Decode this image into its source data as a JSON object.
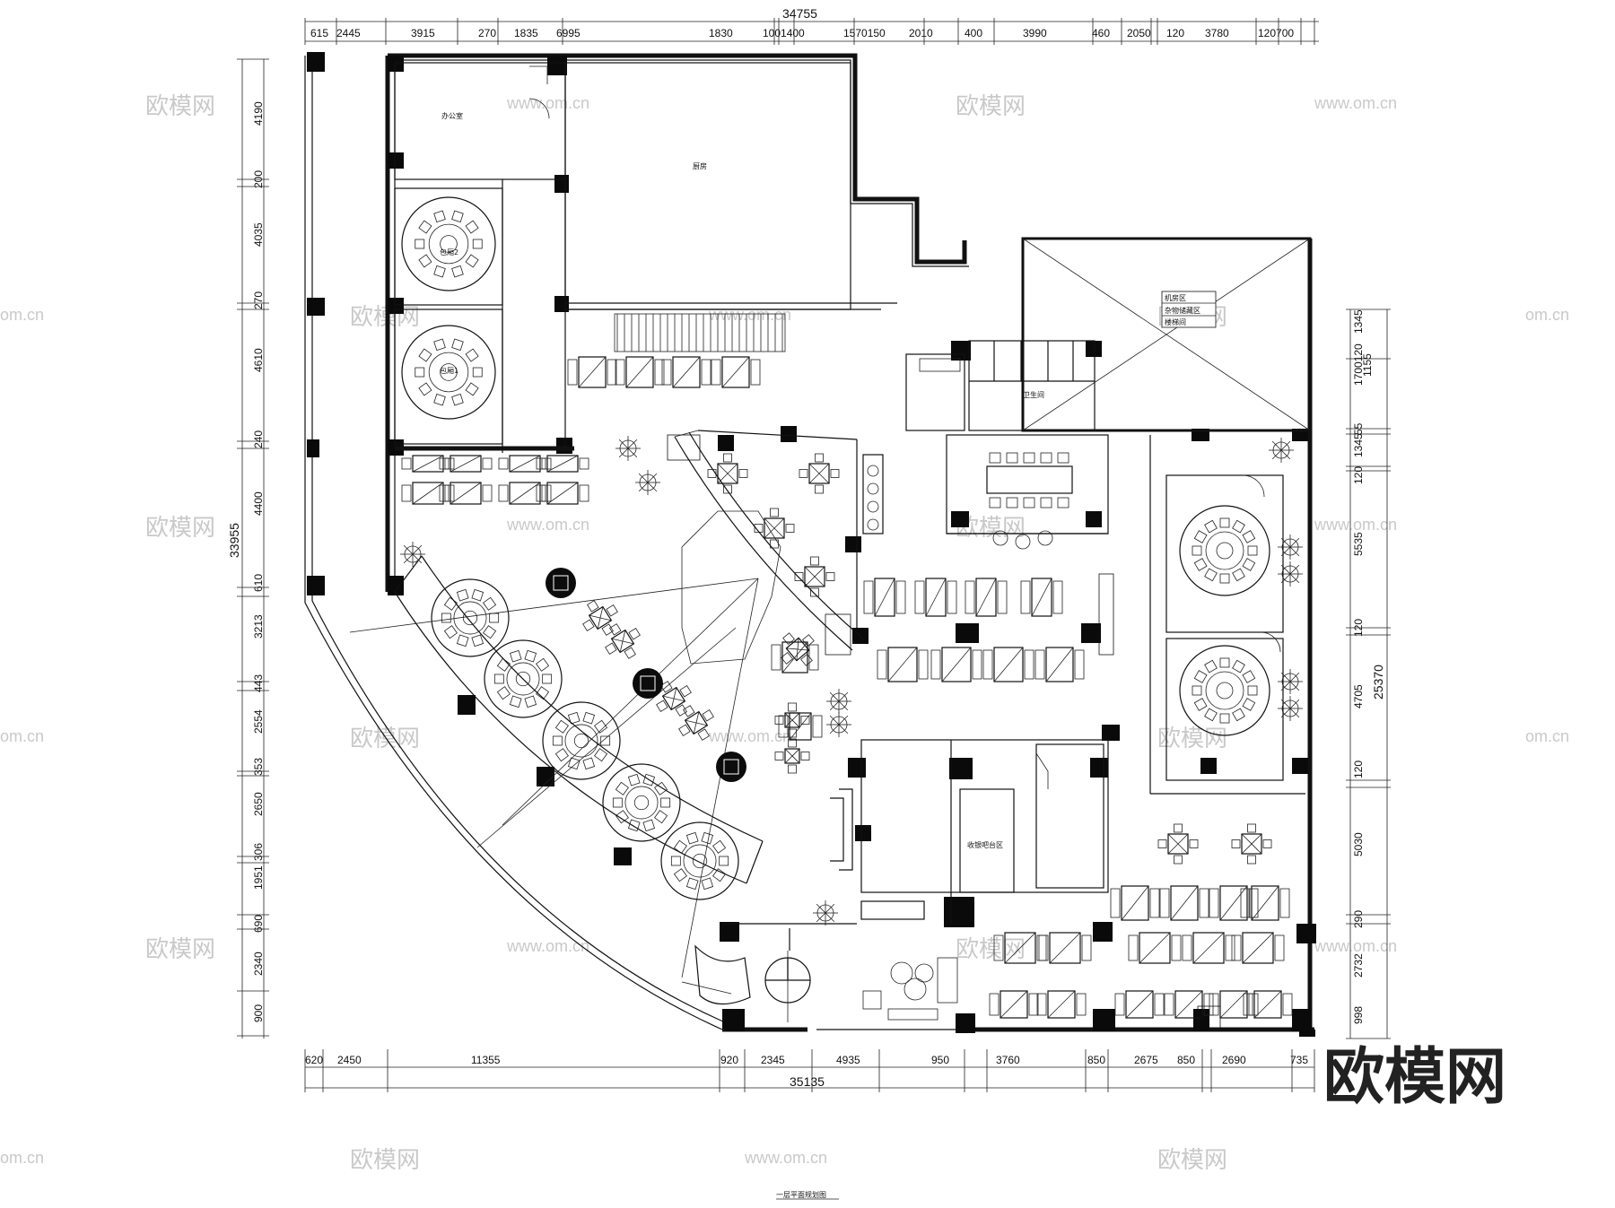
{
  "drawing": {
    "caption": "一层平面规划图",
    "brand": "欧模网"
  },
  "watermarks": {
    "logo": "欧模网",
    "url": "www.om.cn",
    "url_cut": "om.cn"
  },
  "dimensions": {
    "top_total": "34755",
    "top": [
      "615",
      "2445",
      "3915",
      "270",
      "1835",
      "6995",
      "1830",
      "1001400",
      "1570150",
      "2010",
      "400",
      "3990",
      "460",
      "2050",
      "120",
      "3780",
      "120700"
    ],
    "bottom_total": "35135",
    "bottom": [
      "620",
      "2450",
      "11355",
      "920",
      "2345",
      "4935",
      "950",
      "3760",
      "850",
      "2675",
      "850",
      "2690",
      "735"
    ],
    "left_total": "33955",
    "left": [
      "4190",
      "200",
      "4035",
      "270",
      "4610",
      "240",
      "4400",
      "610",
      "3213",
      "443",
      "2554",
      "353",
      "2650",
      "306",
      "1951",
      "690",
      "2340",
      "900"
    ],
    "right_total": "25370",
    "right_outer": "1155",
    "right": [
      "1345",
      "1700120",
      "55",
      "1345",
      "120",
      "5535",
      "120",
      "4705",
      "120",
      "5030",
      "290",
      "2732",
      "998"
    ]
  },
  "rooms": {
    "office": "办公室",
    "kitchen": "厨房",
    "private_room_2": "包厢2",
    "private_room_1": "包厢1",
    "restroom": "卫生间",
    "cashier": "收银吧台区",
    "machine_room": "机房区",
    "storage": "杂物储藏区",
    "stair_room": "楼梯间"
  }
}
